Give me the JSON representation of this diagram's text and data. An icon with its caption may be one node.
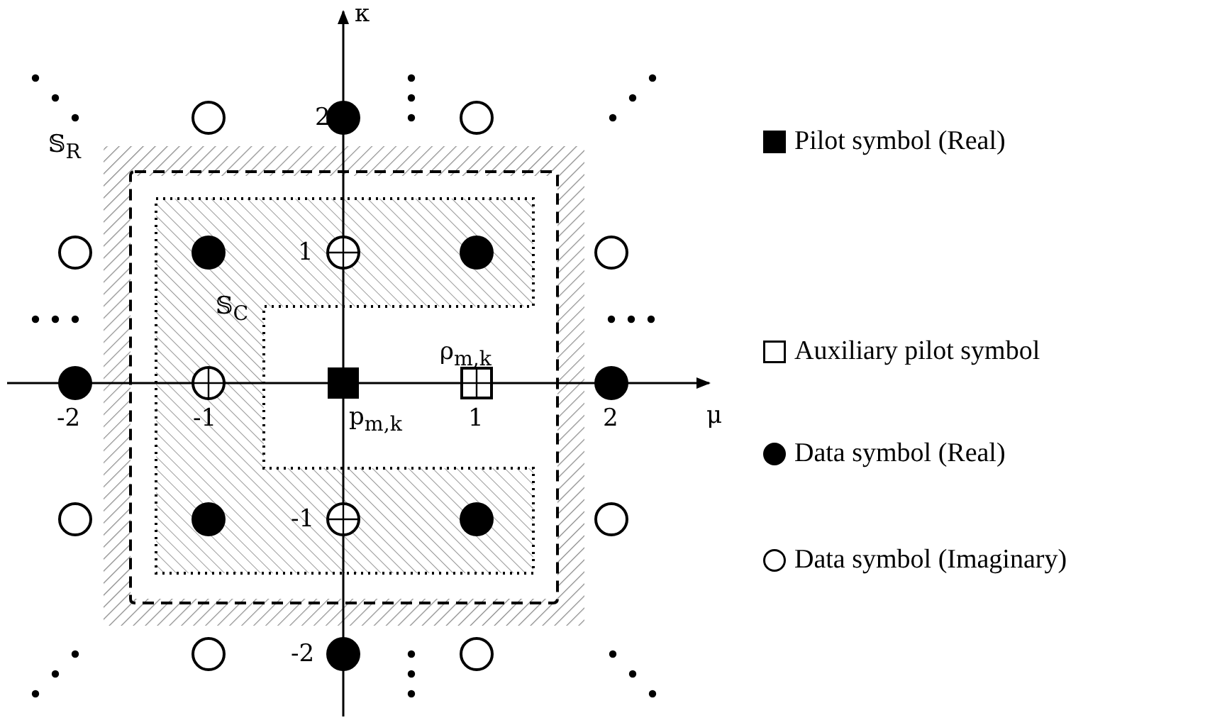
{
  "diagram": {
    "labels": [
      "κ",
      "2",
      "𝕊$_{R}$",
      "1",
      "𝕊$_{C}$",
      "ρ$_{m,k}$",
      "-2",
      "-1",
      "p$_{m,k}$",
      "1",
      "2",
      "μ",
      "-1",
      "-2"
    ],
    "legend": [
      {
        "text": "Pilot symbol (Real)"
      },
      {
        "text": "Auxiliary pilot symbol"
      },
      {
        "text": "Data symbol (Real)"
      },
      {
        "text": "Data symbol (Imaginary)"
      }
    ]
  }
}
